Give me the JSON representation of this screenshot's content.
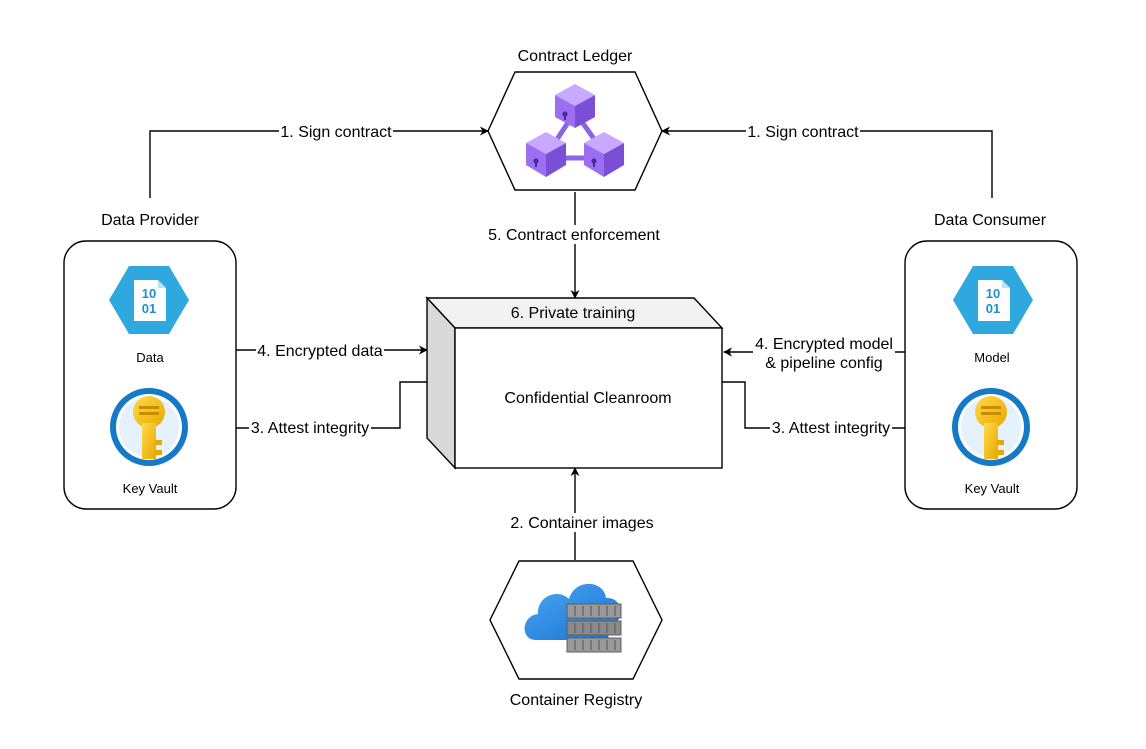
{
  "nodes": {
    "contract_ledger": {
      "label": "Contract Ledger",
      "icon": "blockchain-cubes-icon"
    },
    "data_provider": {
      "label": "Data Provider"
    },
    "data_consumer": {
      "label": "Data Consumer"
    },
    "cleanroom": {
      "label": "Confidential Cleanroom",
      "top_label": "6. Private training"
    },
    "container_registry": {
      "label": "Container Registry",
      "icon": "cloud-container-icon"
    },
    "provider_data": {
      "label": "Data",
      "icon_text_top": "10",
      "icon_text_bottom": "01"
    },
    "provider_key_vault": {
      "label": "Key Vault",
      "icon": "key-vault-icon"
    },
    "consumer_model": {
      "label": "Model",
      "icon_text_top": "10",
      "icon_text_bottom": "01"
    },
    "consumer_key_vault": {
      "label": "Key Vault",
      "icon": "key-vault-icon"
    }
  },
  "edges": {
    "provider_sign": {
      "label": "1. Sign contract"
    },
    "consumer_sign": {
      "label": "1. Sign contract"
    },
    "enforcement": {
      "label": "5. Contract enforcement"
    },
    "encrypted_data": {
      "label": "4. Encrypted data"
    },
    "encrypted_model_line1": {
      "label": "4. Encrypted model"
    },
    "encrypted_model_line2": {
      "label": "& pipeline config"
    },
    "attest_provider": {
      "label": "3. Attest integrity"
    },
    "attest_consumer": {
      "label": "3. Attest integrity"
    },
    "container_images": {
      "label": "2. Container images"
    }
  },
  "colors": {
    "stroke": "#000000",
    "ledger_purple": "#a27ef0",
    "ledger_purple_dark": "#7a4fd6",
    "data_icon_blue": "#2fa8e0",
    "key_gold": "#f8c21e",
    "key_vault_blue": "#1479c6",
    "cloud_blue": "#2e8fe8",
    "container_gray": "#8a8a8a",
    "cube_side": "#d9d9d9"
  }
}
